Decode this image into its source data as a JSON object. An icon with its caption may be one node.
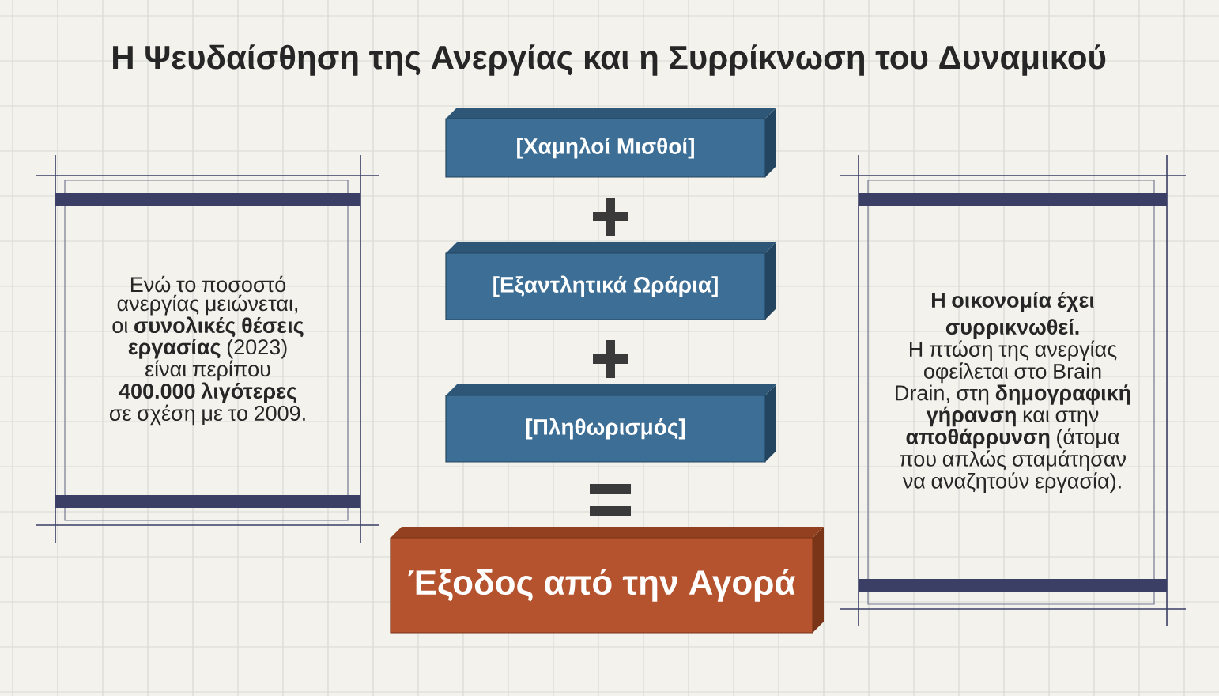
{
  "diagram": {
    "title": "Η Ψευδαίσθηση της Ανεργίας και η Συρρίκνωση του Δυναμικού",
    "nodes": [
      {
        "text": [
          "Ενώ το ποσοστό ανεργίας μειώνεται, οι **συνολικές θέσεις εργασίας** (2023) είναι περίπου **400.000 λιγότερες** σε σχέση με το 2009."
        ]
      },
      {
        "text": [
          "[Χαμηλοί Μισθοί]"
        ]
      },
      {
        "text": [
          "[Εξαντλητικά Ωράρια]"
        ]
      },
      {
        "text": [
          "[Πληθωρισμός]"
        ]
      },
      {
        "text": [
          "Έξοδος από την Αγορά"
        ]
      },
      {
        "text": [
          "Η οικονομία έχει συρρικνωθεί.",
          "Η πτώση της ανεργίας οφείλεται στο Brain Drain, στη **δημογραφική γήρανση** και στην **αποθάρρυνση** (άτομα που απλώς σταμάτησαν να αναζητούν εργασία)."
        ]
      }
    ]
  }
}
